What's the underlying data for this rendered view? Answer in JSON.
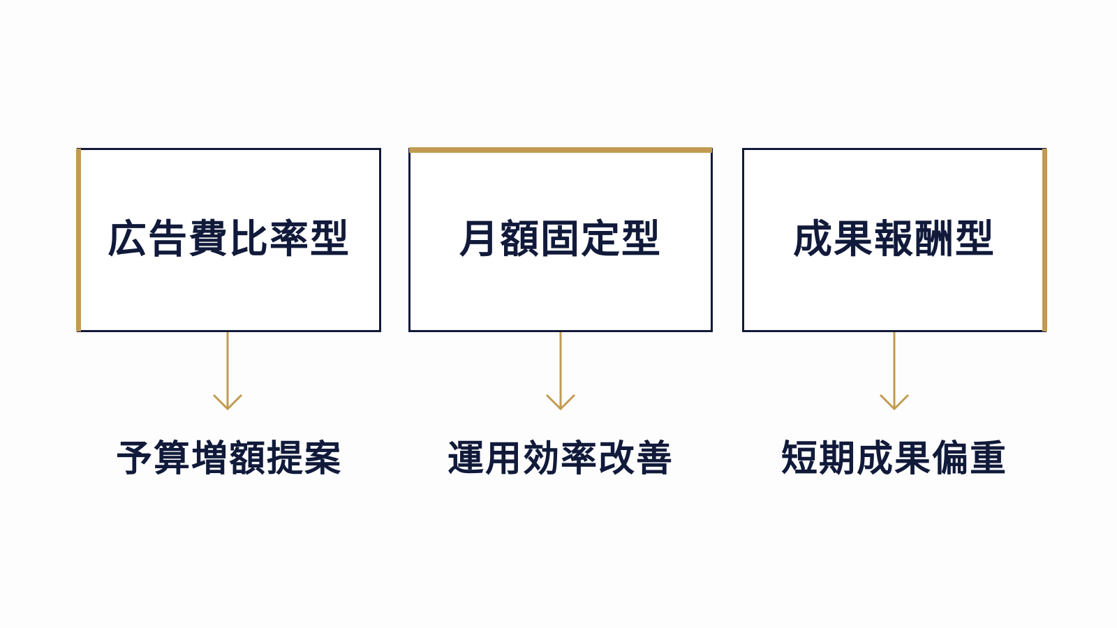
{
  "colors": {
    "navy": "#111a3a",
    "gold": "#c29a52",
    "background": "#fdfdfd"
  },
  "columns": [
    {
      "model": "広告費比率型",
      "outcome": "予算増額提案",
      "accent": "left"
    },
    {
      "model": "月額固定型",
      "outcome": "運用効率改善",
      "accent": "top"
    },
    {
      "model": "成果報酬型",
      "outcome": "短期成果偏重",
      "accent": "right"
    }
  ]
}
